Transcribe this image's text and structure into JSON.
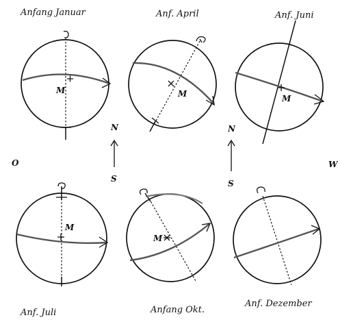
{
  "labels": {
    "jan": "Anfang Januar",
    "apr": "Anf. April",
    "jun": "Anf. Juni",
    "jul": "Anf. Juli",
    "okt": "Anfang Okt.",
    "dez": "Anf. Dezember"
  },
  "center_mark": "M",
  "directions": {
    "north_left": "N",
    "south_left": "S",
    "north_right": "N",
    "south_right": "S",
    "east": "O",
    "west": "W"
  }
}
